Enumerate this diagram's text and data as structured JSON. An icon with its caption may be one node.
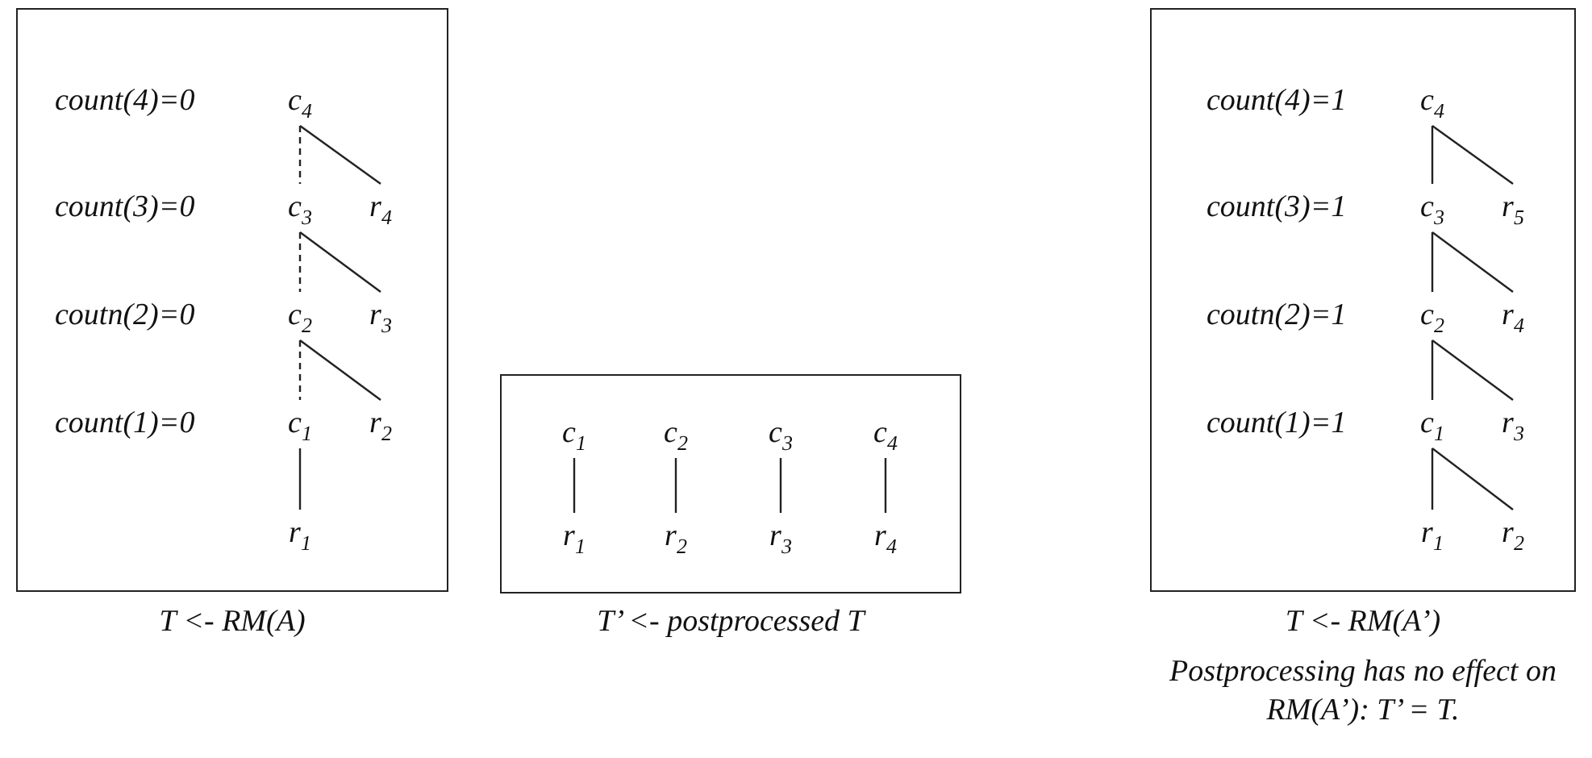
{
  "diagram": {
    "nodes": [
      {
        "text": [],
        "shape": "box",
        "beside": [
          "T <- RM(A)"
        ]
      },
      {
        "text": [
          "c$_{4}$"
        ],
        "in": 0
      },
      {
        "text": [
          "c$_{3}$"
        ],
        "in": 0
      },
      {
        "text": [
          "r$_{4}$"
        ],
        "in": 0
      },
      {
        "text": [
          "c$_{2}$"
        ],
        "in": 0
      },
      {
        "text": [
          "r$_{3}$"
        ],
        "in": 0
      },
      {
        "text": [
          "c$_{1}$"
        ],
        "in": 0
      },
      {
        "text": [
          "r$_{2}$"
        ],
        "in": 0
      },
      {
        "text": [
          "r$_{1}$"
        ],
        "in": 0
      },
      {
        "text": [],
        "shape": "box",
        "beside": [
          "T’ <- postprocessed T"
        ]
      },
      {
        "text": [
          "c$_{1}$"
        ],
        "in": 9
      },
      {
        "text": [
          "c$_{2}$"
        ],
        "in": 9
      },
      {
        "text": [
          "c$_{3}$"
        ],
        "in": 9
      },
      {
        "text": [
          "c$_{4}$"
        ],
        "in": 9
      },
      {
        "text": [
          "r$_{1}$"
        ],
        "in": 9
      },
      {
        "text": [
          "r$_{2}$"
        ],
        "in": 9
      },
      {
        "text": [
          "r$_{3}$"
        ],
        "in": 9
      },
      {
        "text": [
          "r$_{4}$"
        ],
        "in": 9
      },
      {
        "text": [],
        "shape": "box",
        "beside": [
          "T <- RM(A’)",
          "Postprocessing has no effect on RM(A’): T’ = T."
        ]
      },
      {
        "text": [
          "c$_{4}$"
        ],
        "in": 18
      },
      {
        "text": [
          "c$_{3}$"
        ],
        "in": 18
      },
      {
        "text": [
          "r$_{5}$"
        ],
        "in": 18
      },
      {
        "text": [
          "c$_{2}$"
        ],
        "in": 18
      },
      {
        "text": [
          "r$_{4}$"
        ],
        "in": 18
      },
      {
        "text": [
          "c$_{1}$"
        ],
        "in": 18
      },
      {
        "text": [
          "r$_{3}$"
        ],
        "in": 18
      },
      {
        "text": [
          "r$_{1}$"
        ],
        "in": 18
      },
      {
        "text": [
          "r$_{2}$"
        ],
        "in": 18
      }
    ],
    "edges": [
      {
        "from": 1,
        "to": 2,
        "arrow": "none",
        "style": "dashed"
      },
      {
        "from": 1,
        "to": 3,
        "arrow": "none"
      },
      {
        "from": 2,
        "to": 4,
        "arrow": "none",
        "style": "dashed"
      },
      {
        "from": 2,
        "to": 5,
        "arrow": "none"
      },
      {
        "from": 4,
        "to": 6,
        "arrow": "none",
        "style": "dashed"
      },
      {
        "from": 4,
        "to": 7,
        "arrow": "none"
      },
      {
        "from": 6,
        "to": 8,
        "arrow": "none"
      },
      {
        "from": 10,
        "to": 14,
        "arrow": "none"
      },
      {
        "from": 11,
        "to": 15,
        "arrow": "none"
      },
      {
        "from": 12,
        "to": 16,
        "arrow": "none"
      },
      {
        "from": 13,
        "to": 17,
        "arrow": "none"
      },
      {
        "from": 19,
        "to": 20,
        "arrow": "none"
      },
      {
        "from": 19,
        "to": 21,
        "arrow": "none"
      },
      {
        "from": 20,
        "to": 22,
        "arrow": "none"
      },
      {
        "from": 20,
        "to": 23,
        "arrow": "none"
      },
      {
        "from": 22,
        "to": 24,
        "arrow": "none"
      },
      {
        "from": 22,
        "to": 25,
        "arrow": "none"
      },
      {
        "from": 24,
        "to": 26,
        "arrow": "none"
      },
      {
        "from": 24,
        "to": 27,
        "arrow": "none"
      }
    ],
    "labels": [
      "count(4)=0",
      "count(3)=0",
      "coutn(2)=0",
      "count(1)=0",
      "count(4)=1",
      "count(3)=1",
      "coutn(2)=1",
      "count(1)=1"
    ]
  }
}
